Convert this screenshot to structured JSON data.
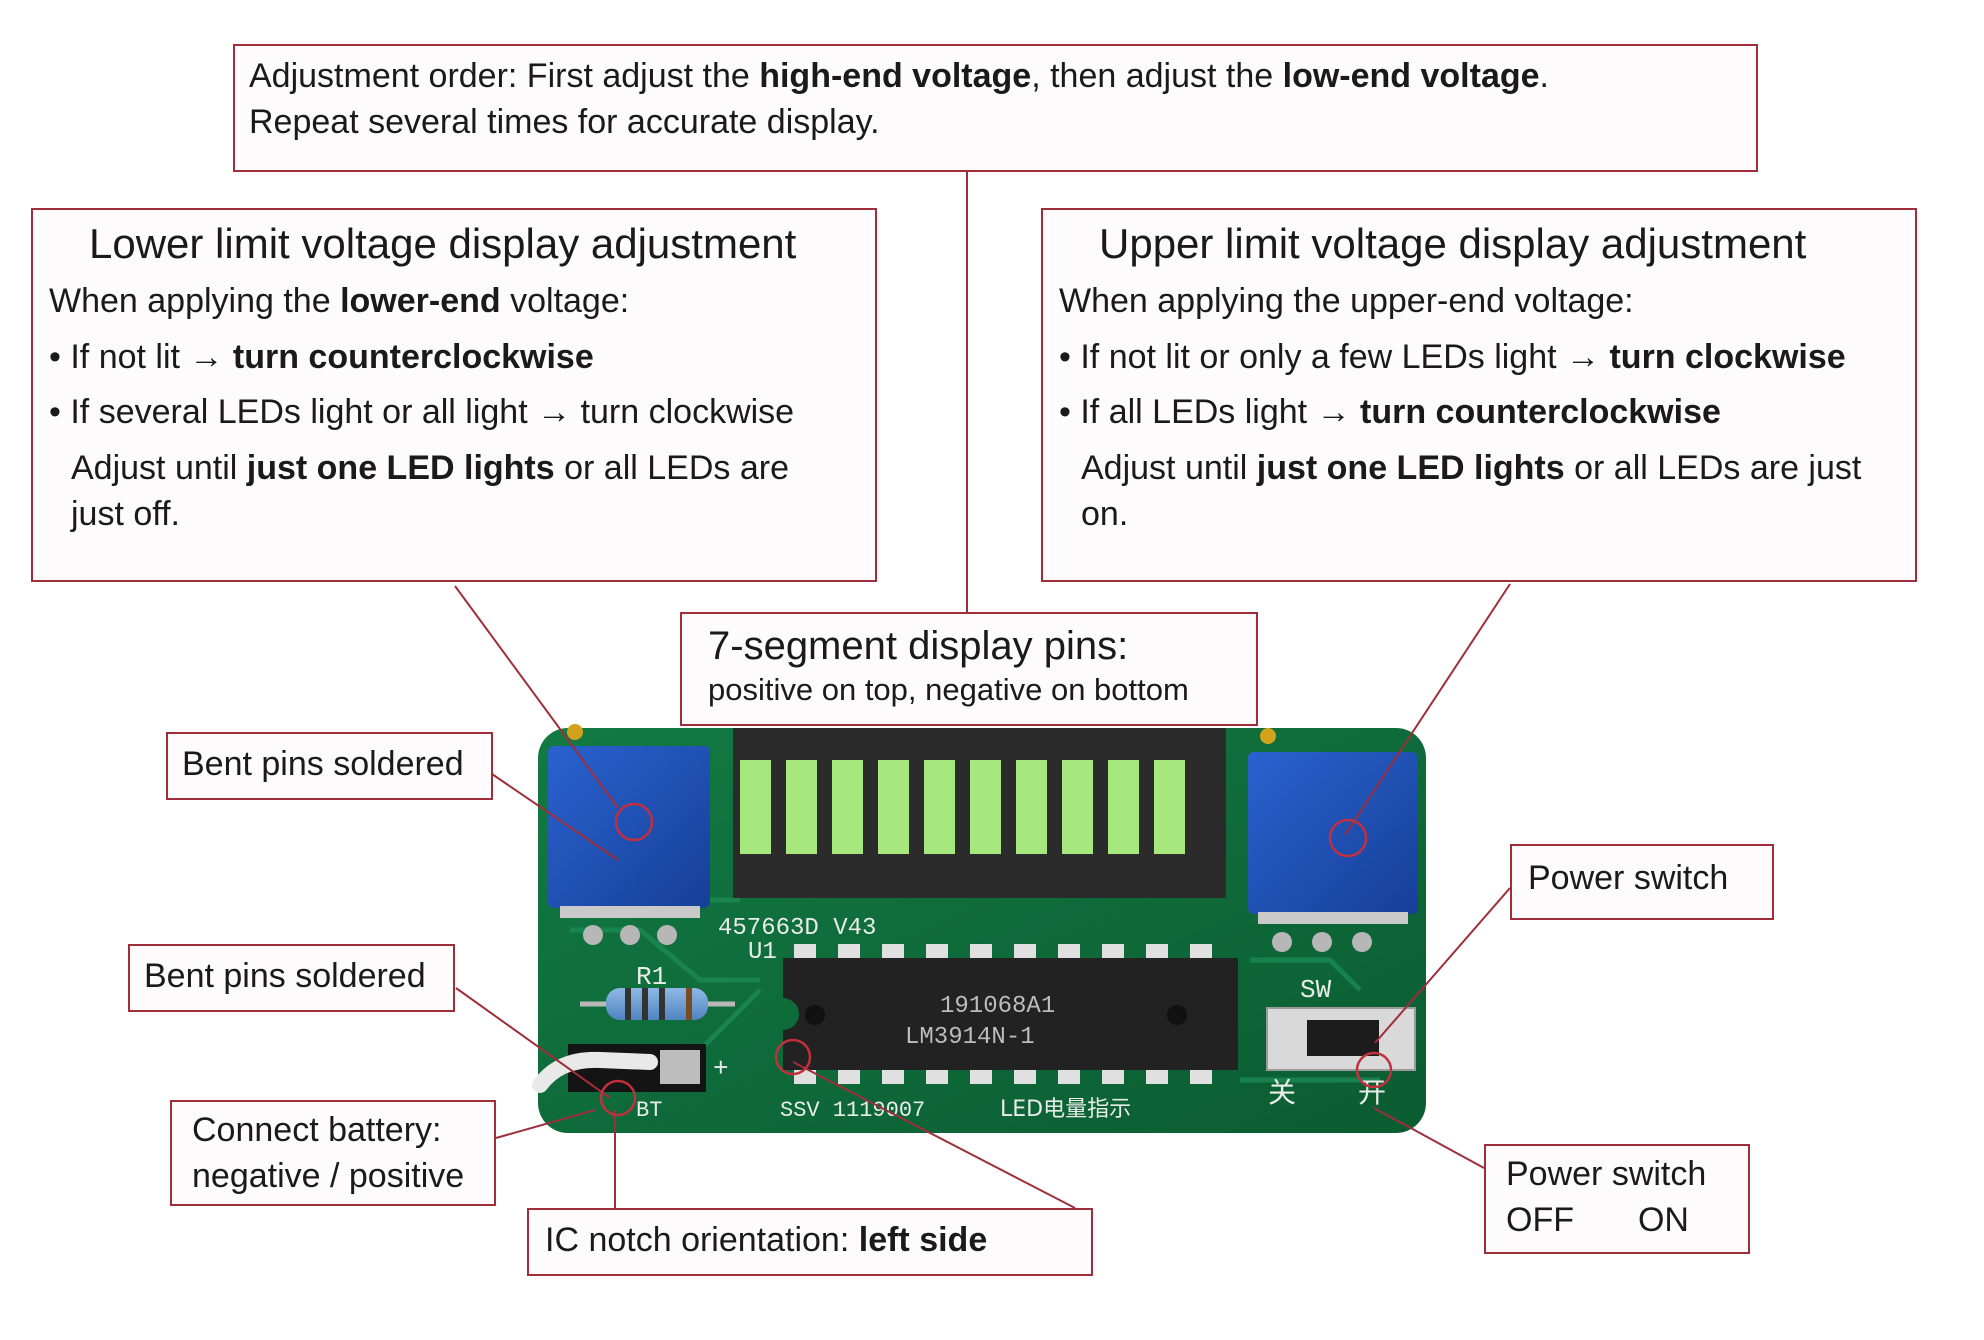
{
  "top_note": {
    "p1": "Adjustment order: First adjust the ",
    "b1": "high-end voltage",
    "p2": ", then adjust the ",
    "b2": "low-end voltage",
    "p3": ".",
    "line2": "Repeat several times for accurate display."
  },
  "lower": {
    "title": "Lower limit voltage display adjustment",
    "intro_pre": "When applying the ",
    "intro_bold": "lower-end",
    "intro_post": " voltage:",
    "b1_pre": "If not lit ",
    "b1_arrow": "→",
    "b1_bold": " turn counterclockwise",
    "b2_pre": "If several LEDs light or all light ",
    "b2_arrow": "→",
    "b2_post": " turn clockwise",
    "adj_pre": "Adjust until ",
    "adj_bold": "just one LED lights",
    "adj_post": " or all LEDs are",
    "adj_line2": "just off."
  },
  "upper": {
    "title": "Upper limit voltage display adjustment",
    "intro": "When applying the upper-end voltage:",
    "b1_pre": "If not lit or only a few LEDs light ",
    "b1_arrow": "→",
    "b1_bold": " turn clockwise",
    "b2_pre": "If all LEDs light ",
    "b2_arrow": "→",
    "b2_bold": " turn counterclockwise",
    "adj_pre": "Adjust until ",
    "adj_bold": "just one LED lights",
    "adj_post": " or all LEDs are just",
    "adj_line2": "on."
  },
  "seven_seg": {
    "title": "7-segment display pins:",
    "subtitle": "positive on top, negative on bottom"
  },
  "bent_pins_1": "Bent pins soldered",
  "bent_pins_2": "Bent pins soldered",
  "battery": {
    "line1": "Connect battery:",
    "line2": "negative / positive"
  },
  "ic_notch": {
    "pre": "IC notch orientation: ",
    "bold": "left side"
  },
  "power_switch_label": "Power switch",
  "power_switch_state": {
    "title": "Power switch",
    "off": "OFF",
    "on": "ON"
  },
  "board": {
    "chip_line1": "191068A1",
    "chip_line2": "LM3914N-1",
    "silk_top": "457663D V43",
    "silk_u": "U1",
    "silk_r": "R1",
    "silk_sw": "SW",
    "silk_plus": "+",
    "silk_bat": "BT",
    "silk_ssv": "SSV 1119007",
    "silk_led": "LED电量指示",
    "silk_off": "关",
    "silk_on": "开",
    "led_count": 10,
    "colors": {
      "pcb": "#0e6b3a",
      "led": "#a7e87e",
      "pot": "#1f4fb3",
      "accent": "#9e2f3a"
    }
  }
}
